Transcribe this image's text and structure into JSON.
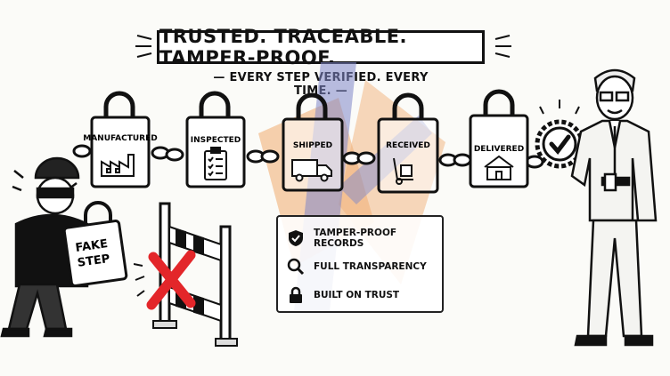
{
  "title": "TRUSTED. TRACEABLE. TAMPER-PROOF.",
  "subtitle": "EVERY STEP VERIFIED. EVERY TIME.",
  "steps": [
    {
      "label": "MANUFACTURED",
      "icon": "factory-icon"
    },
    {
      "label": "INSPECTED",
      "icon": "clipboard-icon"
    },
    {
      "label": "SHIPPED",
      "icon": "truck-icon"
    },
    {
      "label": "RECEIVED",
      "icon": "hand-truck-icon"
    },
    {
      "label": "DELIVERED",
      "icon": "house-icon"
    }
  ],
  "verified_badge": {
    "icon": "checkmark-icon"
  },
  "fake_step": {
    "line1": "FAKE",
    "line2": "STEP"
  },
  "legend": [
    {
      "icon": "shield-check-icon",
      "label": "TAMPER-PROOF RECORDS"
    },
    {
      "icon": "magnifier-icon",
      "label": "FULL TRANSPARENCY"
    },
    {
      "icon": "padlock-icon",
      "label": "BUILT ON TRUST"
    }
  ],
  "colors": {
    "ink": "#111111",
    "accent_orange": "#f2b27a",
    "accent_blue": "#7f87c9",
    "reject_red": "#e3262a"
  }
}
